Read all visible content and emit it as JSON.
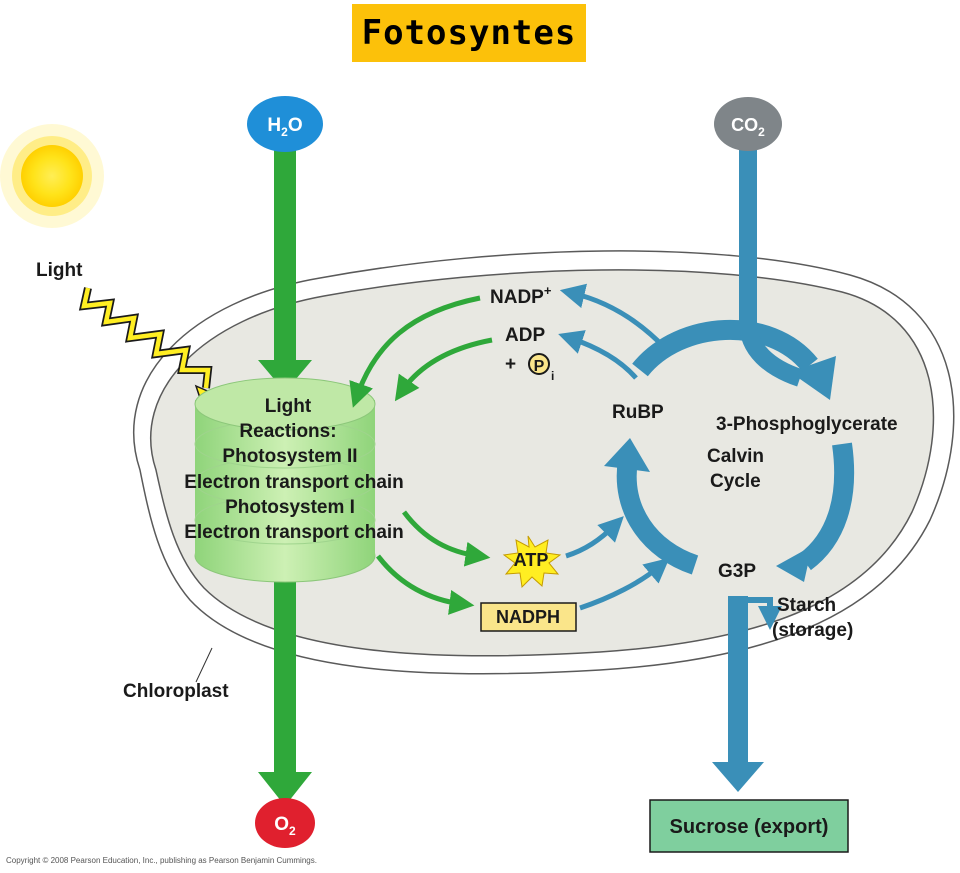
{
  "title": "Fotosyntes",
  "inputs": {
    "water": "H",
    "water_sub": "2",
    "water_tail": "O",
    "co2": "CO",
    "co2_sub": "2"
  },
  "outputs": {
    "oxygen": "O",
    "oxygen_sub": "2",
    "sucrose": "Sucrose (export)"
  },
  "light": {
    "label": "Light"
  },
  "light_reactions": {
    "line1": "Light",
    "line2": "Reactions:",
    "line3": "Photosystem II",
    "line4": "Electron transport chain",
    "line5": "Photosystem I",
    "line6": "Electron transport chain"
  },
  "calvin": {
    "ribp": "RuBP",
    "pga": "3-Phosphoglycerate",
    "cycle_line1": "Calvin",
    "cycle_line2": "Cycle",
    "g3p": "G3P",
    "starch_line1": "Starch",
    "starch_line2": "(storage)"
  },
  "carriers": {
    "nadp": "NADP",
    "nadp_sup": "+",
    "adp": "ADP",
    "plus": "+",
    "pi": "P",
    "pi_sub": "i",
    "atp": "ATP",
    "nadph": "NADPH"
  },
  "chloroplast_label": "Chloroplast",
  "copyright": "Copyright © 2008 Pearson Education, Inc., publishing as Pearson Benjamin Cummings.",
  "colors": {
    "title_bg": "#fcc10a",
    "green_arrow": "#2fa83a",
    "blue_arrow": "#3a8fb8",
    "water": "#1f8fd8",
    "co2": "#7f8589",
    "oxygen": "#e0202e",
    "sucrose_box": "#7fcf9e",
    "nadph_box": "#fae58a",
    "atp_star": "#ffee22",
    "chloroplast": "#e8e8e2"
  }
}
